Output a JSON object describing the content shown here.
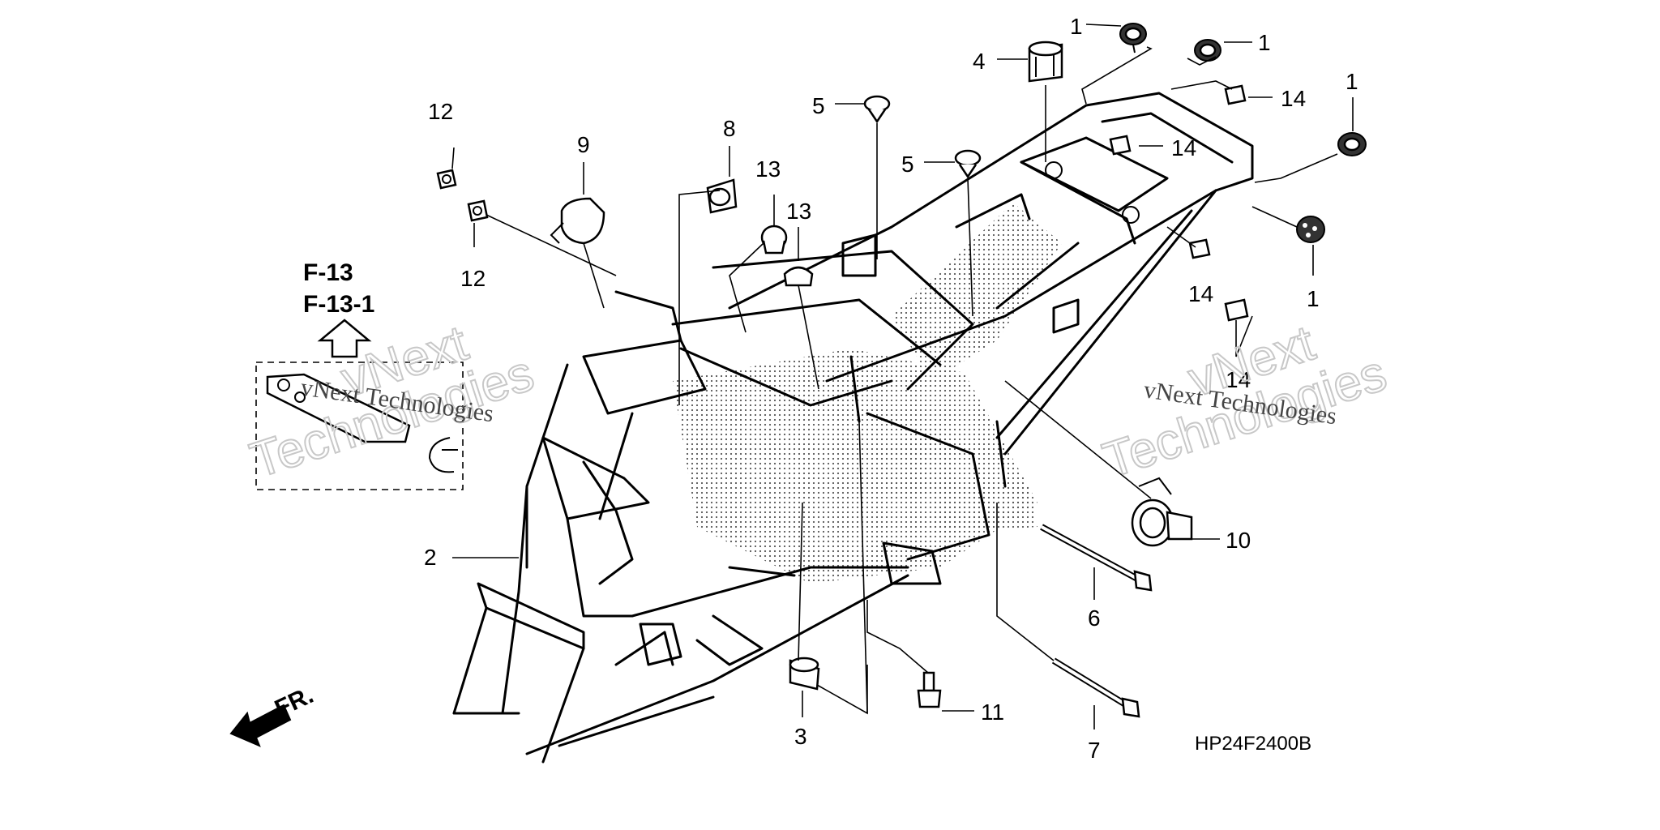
{
  "diagram_code": "HP24F2400B",
  "references": [
    "F-13",
    "F-13-1"
  ],
  "front_marker": "FR.",
  "watermark": {
    "brand_line": "vNext Technologies",
    "big_a": "vNext",
    "big_b": "Technologies"
  },
  "callouts": {
    "c1a": "1",
    "c1b": "1",
    "c1c": "1",
    "c1d": "1",
    "c2": "2",
    "c3": "3",
    "c4": "4",
    "c5a": "5",
    "c5b": "5",
    "c6": "6",
    "c7": "7",
    "c8": "8",
    "c9": "9",
    "c10": "10",
    "c11": "11",
    "c12a": "12",
    "c12b": "12",
    "c13a": "13",
    "c13b": "13",
    "c14a": "14",
    "c14b": "14",
    "c14c": "14",
    "c14d": "14"
  }
}
